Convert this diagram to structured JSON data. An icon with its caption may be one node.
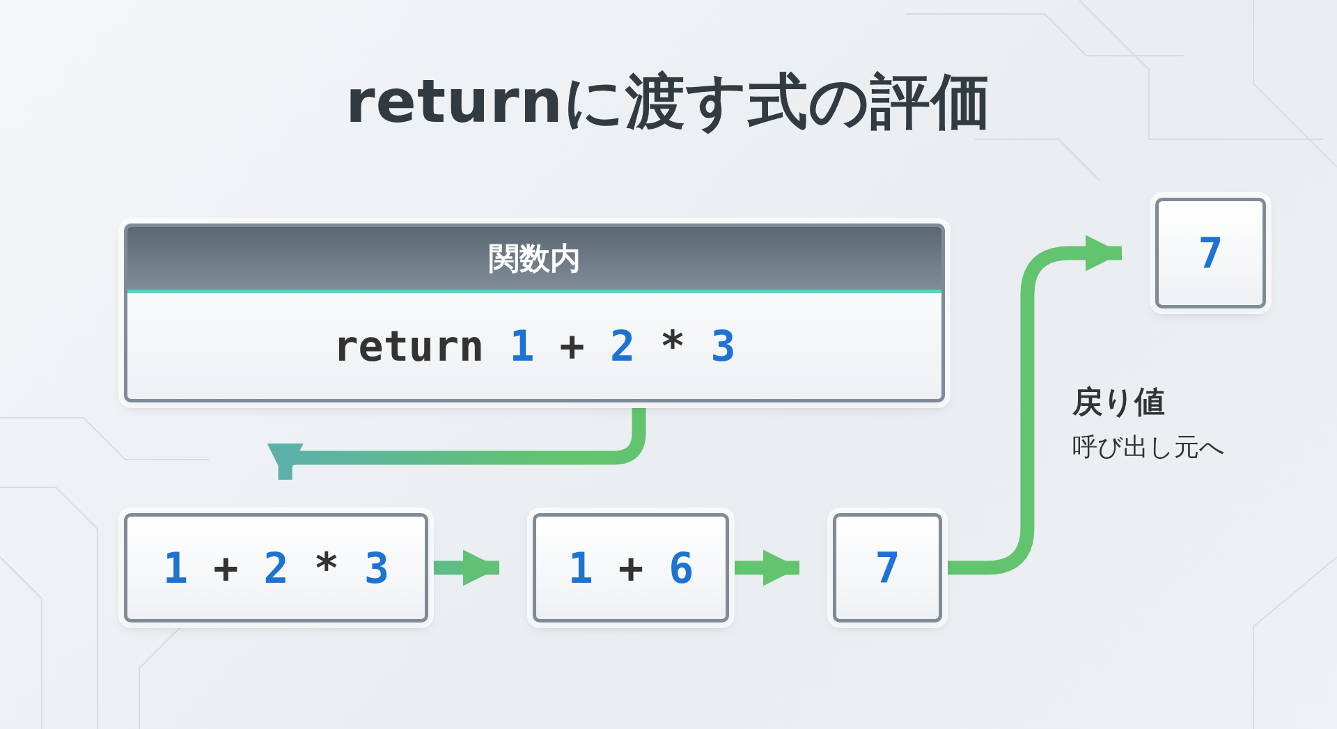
{
  "diagram": {
    "title": "returnに渡す式の評価",
    "nodes": [
      {
        "text": [
          "関数内",
          "return 1 + 2 * 3"
        ]
      },
      {
        "text": [
          "1 + 2 * 3"
        ]
      },
      {
        "text": [
          "1 + 6"
        ]
      },
      {
        "text": [
          "7"
        ]
      },
      {
        "text": [
          "7"
        ]
      }
    ],
    "edges": [
      {
        "from": 0,
        "to": 1,
        "arrow": "to"
      },
      {
        "from": 1,
        "to": 2,
        "arrow": "to"
      },
      {
        "from": 2,
        "to": 3,
        "arrow": "to"
      },
      {
        "from": 3,
        "to": 4,
        "arrow": "to"
      }
    ],
    "labels": [
      "戻り値",
      "呼び出し元へ"
    ]
  }
}
